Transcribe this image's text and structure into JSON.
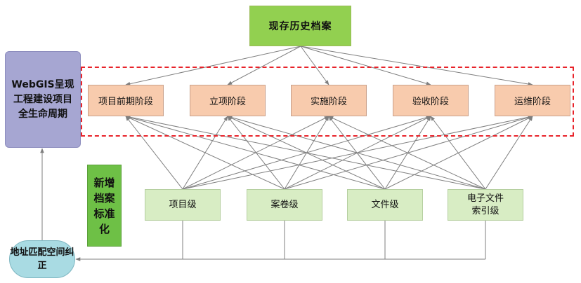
{
  "diagram": {
    "top_box": {
      "label": "现存历史档案"
    },
    "stages": [
      {
        "label": "项目前期阶段"
      },
      {
        "label": "立项阶段"
      },
      {
        "label": "实施阶段"
      },
      {
        "label": "验收阶段"
      },
      {
        "label": "运维阶段"
      }
    ],
    "levels": [
      {
        "label": "项目级"
      },
      {
        "label": "案卷级"
      },
      {
        "label": "文件级"
      },
      {
        "label": "电子文件\n索引级"
      }
    ],
    "webgis_box": {
      "label": "WebGIS呈现工程建设项目全生命周期"
    },
    "standardization_box": {
      "label": "新增档案标准化"
    },
    "address_box": {
      "label": "地址匹配空间纠正"
    },
    "colors": {
      "top_box_fill": "#92d050",
      "stage_fill": "#f8cbad",
      "level_fill": "#d8edc4",
      "webgis_fill": "#a6a6d2",
      "standardization_fill": "#6ec046",
      "address_fill": "#a9dbe3",
      "dashed_frame": "#e8232a",
      "connector": "#7f7f7f"
    }
  }
}
